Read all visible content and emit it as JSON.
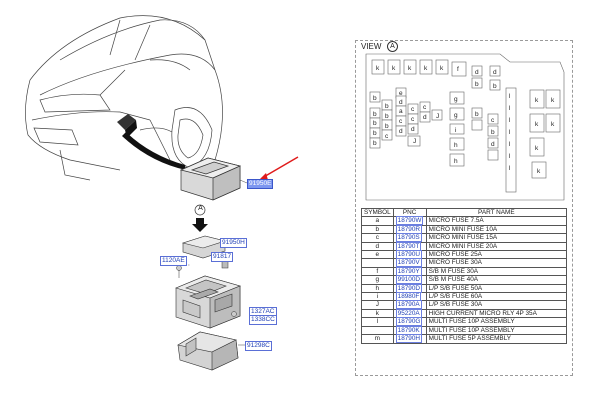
{
  "callouts": {
    "c91950": "91950E",
    "c91950h": "91950H",
    "c91817": "91817",
    "c1120ae": "1120AE",
    "c1327ac": "1327AC",
    "c1338cc": "1338CC",
    "c91298c": "91298C",
    "view_a_label": "A"
  },
  "view": {
    "title": "VIEW",
    "circle": "A"
  },
  "fusebox_letters": [
    "k",
    "k",
    "k",
    "k",
    "k",
    "f",
    "d",
    "d",
    "b",
    "l",
    "k",
    "k",
    "b",
    "e",
    "g",
    "b",
    "l",
    "b",
    "d",
    "b",
    "a",
    "c",
    "c",
    "g",
    "l",
    "k",
    "k",
    "b",
    "b",
    "c",
    "d",
    "J",
    "b",
    "c",
    "l",
    "b",
    "b",
    "c",
    "d",
    "b",
    "l",
    "k",
    "c",
    "b",
    "d",
    "J",
    "h",
    "d",
    "l",
    "i",
    "h",
    "l",
    "k"
  ],
  "table": {
    "headers": [
      "SYMBOL",
      "PNC",
      "PART NAME"
    ],
    "rows": [
      {
        "sym": "a",
        "pnc": "18790W",
        "name": "MICRO FUSE 7.5A"
      },
      {
        "sym": "b",
        "pnc": "18790R",
        "name": "MICRO MINI FUSE 10A"
      },
      {
        "sym": "c",
        "pnc": "18790S",
        "name": "MICRO MINI FUSE 15A"
      },
      {
        "sym": "d",
        "pnc": "18790T",
        "name": "MICRO MINI FUSE 20A"
      },
      {
        "sym": "e",
        "pnc": "18790U",
        "name": "MICRO FUSE 25A"
      },
      {
        "sym": "",
        "pnc": "18790V",
        "name": "MICRO FUSE 30A"
      },
      {
        "sym": "f",
        "pnc": "18790Y",
        "name": "S/B M FUSE 30A"
      },
      {
        "sym": "g",
        "pnc": "99100D",
        "name": "S/B M FUSE 40A"
      },
      {
        "sym": "h",
        "pnc": "18790D",
        "name": "L/P S/B FUSE 50A"
      },
      {
        "sym": "i",
        "pnc": "18980F",
        "name": "L/P S/B FUSE 60A"
      },
      {
        "sym": "J",
        "pnc": "18790A",
        "name": "L/P S/B FUSE 30A"
      },
      {
        "sym": "k",
        "pnc": "95220A",
        "name": "HIGH CURRENT MICRO RLY 4P 35A"
      },
      {
        "sym": "l",
        "pnc": "18790G",
        "name": "MULTI FUSE 10P ASSEMBLY"
      },
      {
        "sym": "",
        "pnc": "18790K",
        "name": "MULTI FUSE 10P ASSEMBLY"
      },
      {
        "sym": "m",
        "pnc": "18790H",
        "name": "MULTI FUSE 5P ASSEMBLY"
      }
    ]
  }
}
